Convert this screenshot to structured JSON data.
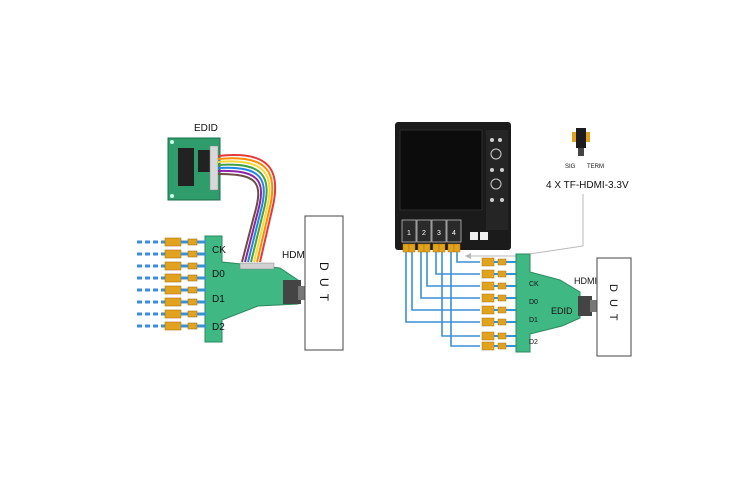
{
  "left": {
    "edid_label": "EDID",
    "hdmi_label": "HDMI",
    "dut_label": "D U T",
    "channels": [
      "CK",
      "D0",
      "D1",
      "D2"
    ]
  },
  "right": {
    "edid_label": "EDID",
    "hdmi_label": "HDMI",
    "dut_label": "D U T",
    "channels": [
      "CK",
      "D0",
      "D1",
      "D2"
    ],
    "probe": {
      "sig_label": "SIG",
      "term_label": "TERM",
      "caption": "4 X TF-HDMI-3.3V"
    },
    "scope_channel_numbers": [
      "1",
      "2",
      "3",
      "4"
    ]
  },
  "colors": {
    "board_green": "#2e9c6b",
    "fixture_green": "#3fb884",
    "cable_blue": "#3a8fd6",
    "connector_gold": "#e2a21d",
    "scope_body": "#1b1b1b",
    "ribbon": [
      "#e53935",
      "#fb8c00",
      "#fdd835",
      "#43a047",
      "#1e88e5",
      "#8e24aa",
      "#6d4c41"
    ]
  }
}
